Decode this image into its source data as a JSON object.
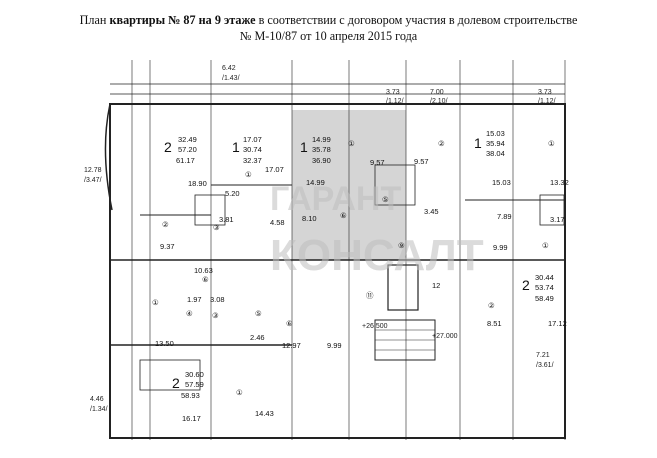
{
  "header": {
    "line1_prefix": "План ",
    "line1_bold": "квартиры № 87 на 9 этаже",
    "line1_suffix": " в соответствии с договором участия в долевом строительстве",
    "line2": "№ М-10/87 от 10 апреля 2015 года"
  },
  "watermark": {
    "line1": "ГАРАНТ",
    "line2": "КОНСАЛТ"
  },
  "top_dims": [
    "6.42",
    "/1.43/",
    "3.73",
    "/1.12/",
    "7.00",
    "/2.10/",
    "3.73",
    "/1.12/"
  ],
  "side_dims": [
    "12.78",
    "/3.47/",
    "4.46",
    "/1.34/",
    "7.21",
    "/3.61/"
  ],
  "apartments": [
    {
      "rooms": "2",
      "a": "32.49",
      "b": "57.20",
      "c": "61.17"
    },
    {
      "rooms": "1",
      "a": "17.07",
      "b": "30.74",
      "c": "32.37"
    },
    {
      "rooms": "1",
      "a": "14.99",
      "b": "35.78",
      "c": "36.90"
    },
    {
      "rooms": "1",
      "a": "15.03",
      "b": "35.94",
      "c": "38.04"
    },
    {
      "rooms": "2",
      "a": "30.44",
      "b": "53.74",
      "c": "58.49"
    },
    {
      "rooms": "2",
      "a": "30.60",
      "b": "57.59",
      "c": "58.93"
    }
  ],
  "room_labels": [
    "①",
    "②",
    "③",
    "④",
    "⑤",
    "⑥",
    "⑨",
    "⑪",
    "12"
  ],
  "areas": [
    "18.90",
    "17.07",
    "14.99",
    "9.57",
    "9.57",
    "15.03",
    "13.32",
    "5.20",
    "3.81",
    "4.58",
    "8.10",
    "3.45",
    "7.89",
    "3.17",
    "9.37",
    "10.63",
    "9.99",
    "1.97",
    "3.08",
    "2.46",
    "12.97",
    "9.99",
    "8.51",
    "17.12",
    "13.50",
    "16.17",
    "14.43"
  ],
  "elevation": [
    "+26.500",
    "+27.000"
  ],
  "highlight_color": "#b9b9b9"
}
